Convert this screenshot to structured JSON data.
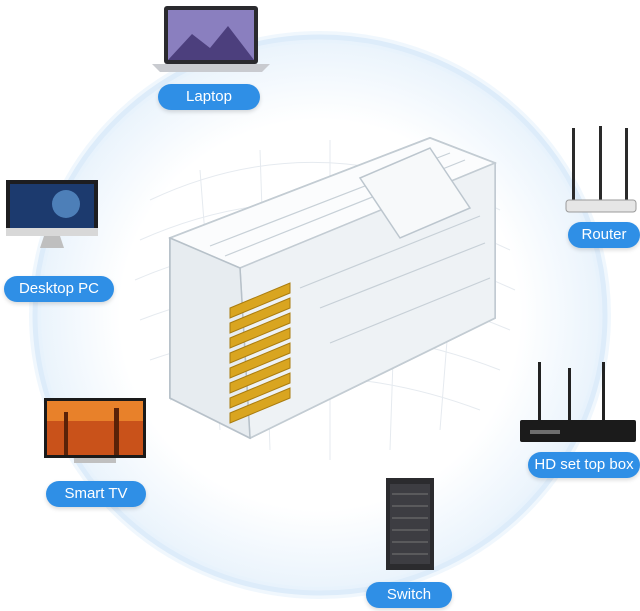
{
  "colors": {
    "ring": "#cfe4f7",
    "label_bg": "#2f8fe6",
    "label_text": "#ffffff",
    "connector_gold": "#d9a520"
  },
  "devices": {
    "laptop": {
      "label": "Laptop",
      "icon": "laptop-icon"
    },
    "router": {
      "label": "Router",
      "icon": "router-icon"
    },
    "desktop": {
      "label": "Desktop PC",
      "icon": "desktop-pc-icon"
    },
    "settop": {
      "label": "HD set top box",
      "icon": "set-top-box-icon"
    },
    "tv": {
      "label": "Smart TV",
      "icon": "smart-tv-icon"
    },
    "switch": {
      "label": "Switch",
      "icon": "network-switch-icon"
    }
  },
  "center": {
    "icon": "rj45-connector-icon"
  }
}
